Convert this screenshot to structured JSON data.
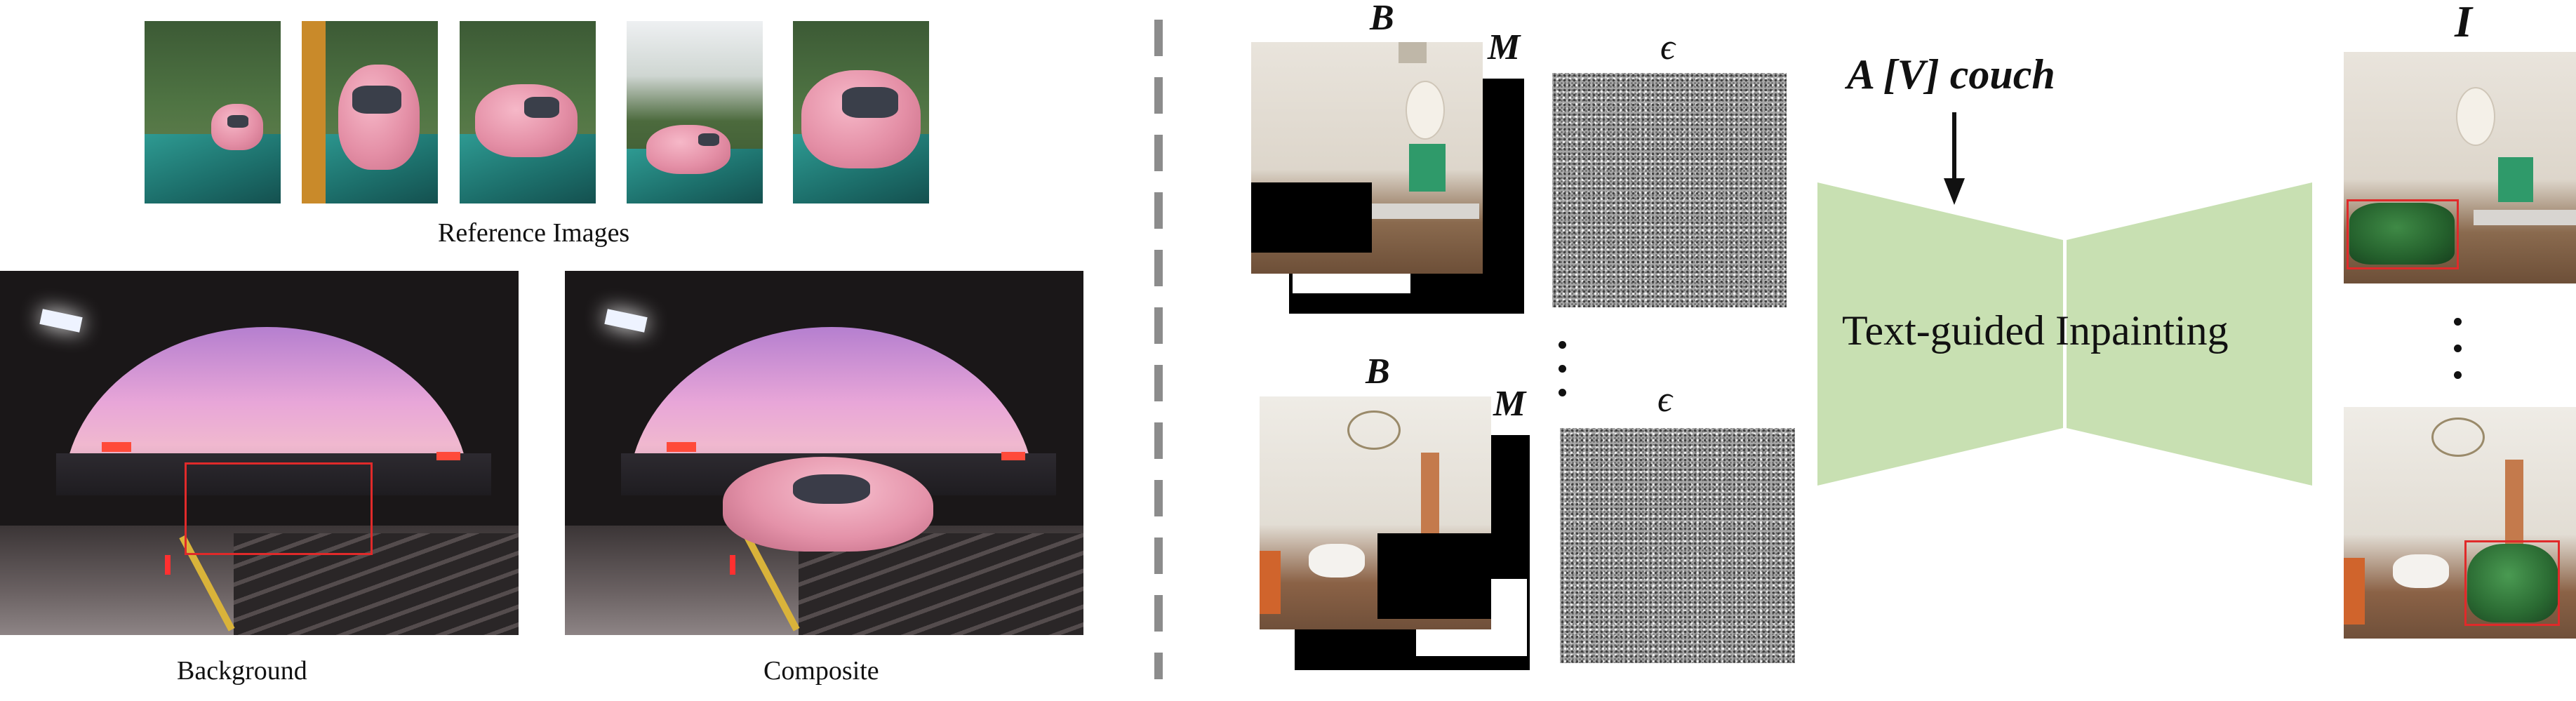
{
  "left_panel": {
    "reference_caption": "Reference Images",
    "background_caption": "Background",
    "composite_caption": "Composite"
  },
  "right_panel": {
    "symbol_background": "B",
    "symbol_mask": "M",
    "symbol_noise": "ϵ",
    "symbol_output": "I",
    "prompt": "A [V] couch",
    "model_label": "Text-guided Inpainting",
    "colors": {
      "model_fill": "#c8e0b2",
      "highlight_box": "#e02a2a",
      "divider": "#8c8c8c"
    }
  }
}
